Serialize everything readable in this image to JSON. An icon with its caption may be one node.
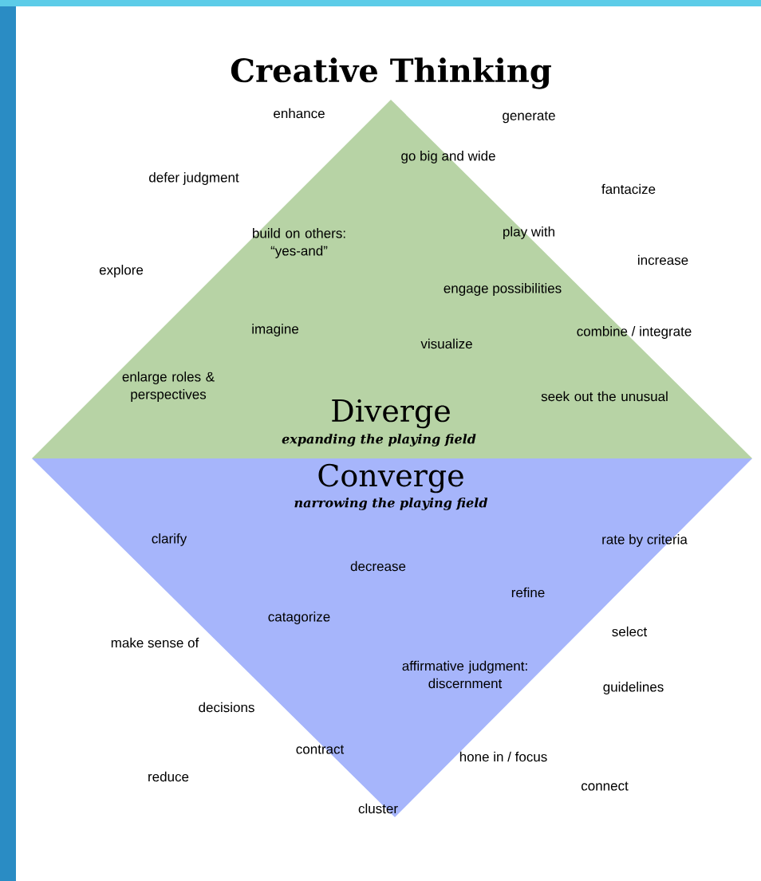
{
  "diagram": {
    "title": "Creative Thinking",
    "nodes": [
      {
        "text": [
          "Diverge",
          "expanding the playing field"
        ]
      },
      {
        "text": [
          "Converge",
          "narrowing the playing field"
        ]
      }
    ],
    "labels": [
      "enhance",
      "generate",
      "go big and wide",
      "defer judgment",
      "fantacize",
      "build on others: “yes-and”",
      "play with",
      "increase",
      "explore",
      "engage possibilities",
      "imagine",
      "combine / integrate",
      "visualize",
      "enlarge roles & perspectives",
      "seek out the unusual",
      "clarify",
      "rate by criteria",
      "decrease",
      "refine",
      "catagorize",
      "select",
      "make sense of",
      "affirmative judgment: discernment",
      "guidelines",
      "decisions",
      "contract",
      "hone in / focus",
      "reduce",
      "connect",
      "cluster"
    ]
  }
}
